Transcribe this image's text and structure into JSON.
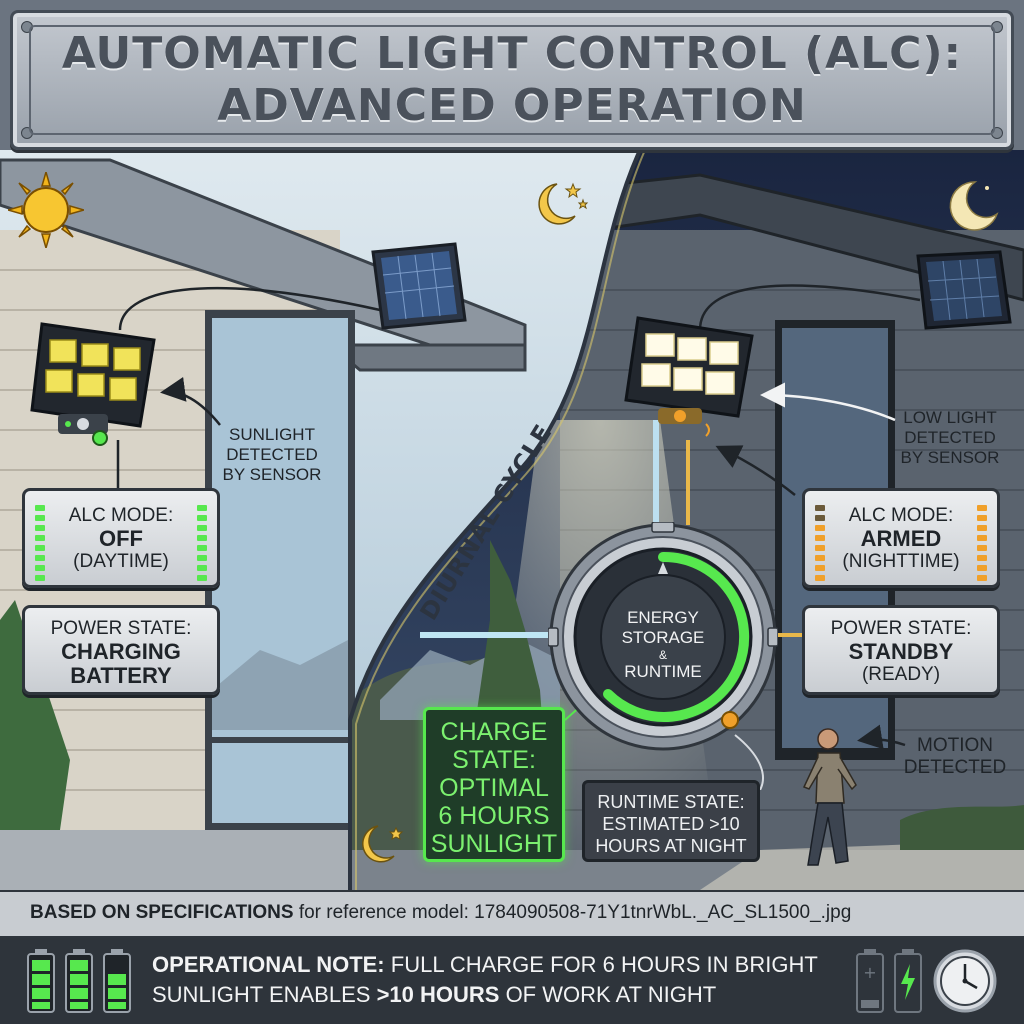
{
  "title": {
    "line1": "AUTOMATIC LIGHT CONTROL (ALC):",
    "line2": "ADVANCED OPERATION"
  },
  "cycle_label": "DIURNAL CYCLE",
  "day": {
    "sensor_callout": [
      "SUNLIGHT",
      "DETECTED",
      "BY SENSOR"
    ],
    "alc_panel": {
      "label": "ALC MODE:",
      "value": "OFF",
      "sub": "(DAYTIME)"
    },
    "power_panel": {
      "label": "POWER STATE:",
      "value_line1": "CHARGING",
      "value_line2": "BATTERY"
    }
  },
  "night": {
    "sensor_callout": [
      "LOW LIGHT",
      "DETECTED",
      "BY SENSOR"
    ],
    "alc_panel": {
      "label": "ALC MODE:",
      "value": "ARMED",
      "sub": "(NIGHTTIME)"
    },
    "power_panel": {
      "label": "POWER STATE:",
      "value": "STANDBY",
      "sub": "(READY)"
    },
    "motion_callout": [
      "MOTION",
      "DETECTED"
    ]
  },
  "gauge": {
    "line1": "ENERGY",
    "line2": "STORAGE",
    "line3": "&",
    "line4": "RUNTIME"
  },
  "charge_state": [
    "CHARGE",
    "STATE:",
    "OPTIMAL",
    "6 HOURS",
    "SUNLIGHT"
  ],
  "runtime_state": [
    "RUNTIME STATE:",
    "ESTIMATED >10",
    "HOURS AT NIGHT"
  ],
  "footer": {
    "bold": "BASED ON SPECIFICATIONS",
    "rest": " for reference model: 1784090508-71Y1tnrWbL._AC_SL1500_.jpg"
  },
  "note": {
    "bold1": "OPERATIONAL NOTE:",
    "text1": " FULL CHARGE FOR 6 HOURS IN BRIGHT",
    "text2a": "SUNLIGHT ENABLES ",
    "bold2": ">10 HOURS",
    "text2b": " OF WORK AT NIGHT"
  },
  "colors": {
    "green_led": "#57e84e",
    "amber_led": "#f0a02a",
    "day_sky": "#c9dbe6",
    "night_sky": "#1f2c45"
  },
  "icons": [
    "sun-icon",
    "moon-icon",
    "crescent-stars-icon",
    "solar-panel-icon",
    "flood-light-icon",
    "battery-icon",
    "clock-icon",
    "walking-person-icon",
    "lightning-icon"
  ]
}
